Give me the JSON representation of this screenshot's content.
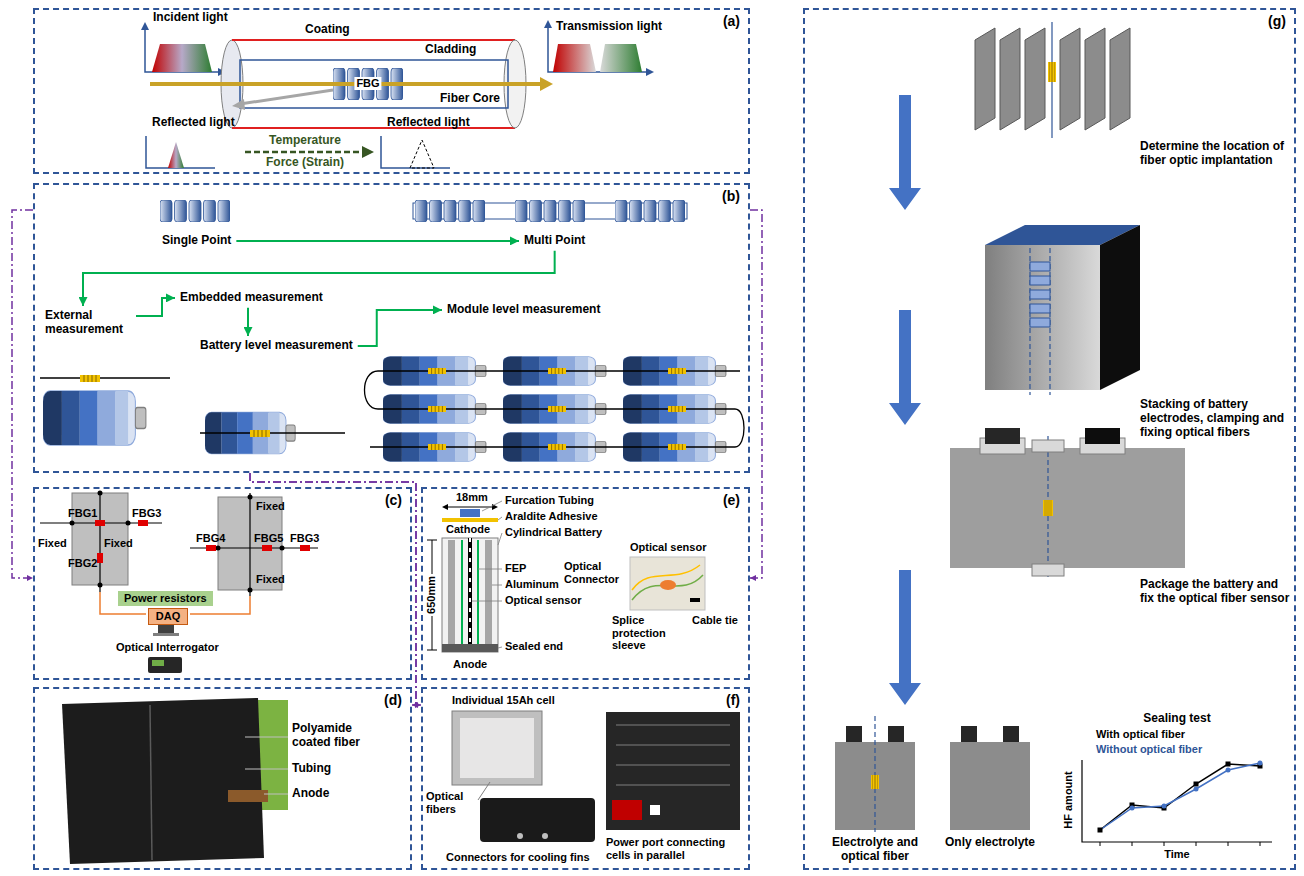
{
  "diagram": {
    "nodes": [
      {
        "text": [
          "(a)"
        ]
      },
      {
        "text": [
          "(b)"
        ]
      },
      {
        "text": [
          "Single Point"
        ],
        "in": 1
      },
      {
        "text": [
          "Multi Point"
        ],
        "in": 1
      },
      {
        "text": [
          "External measurement"
        ],
        "in": 1
      },
      {
        "text": [
          "Embedded measurement"
        ],
        "in": 1
      },
      {
        "text": [
          "Battery level measurement"
        ],
        "in": 1
      },
      {
        "text": [
          "Module level measurement"
        ],
        "in": 1
      },
      {
        "text": [
          "(c)"
        ]
      },
      {
        "text": [
          "Power resistors"
        ],
        "in": 8
      },
      {
        "text": [
          "DAQ"
        ],
        "in": 8
      },
      {
        "text": [
          "(e)"
        ]
      },
      {
        "text": [
          "(d)"
        ]
      },
      {
        "text": [
          "(f)"
        ]
      },
      {
        "text": [
          "(g)"
        ]
      }
    ],
    "edges": [
      {
        "from": 2,
        "to": 3,
        "arrow": "to"
      },
      {
        "from": 3,
        "to": 4,
        "arrow": "to"
      },
      {
        "from": 4,
        "to": 5,
        "arrow": "to"
      },
      {
        "from": 5,
        "to": 6,
        "arrow": "to"
      },
      {
        "from": 6,
        "to": 7,
        "arrow": "to"
      },
      {
        "from": 1,
        "to": 8,
        "arrow": "to"
      },
      {
        "from": 1,
        "to": 11,
        "arrow": "to"
      },
      {
        "from": 1,
        "to": 12,
        "arrow": "to"
      },
      {
        "from": 1,
        "to": 13,
        "arrow": "to"
      }
    ],
    "labels": [
      "Incident light",
      "Coating",
      "Cladding",
      "FBG",
      "Fiber Core",
      "Transmission light",
      "Reflected light",
      "Temperature",
      "Force (Strain)",
      "Reflected light",
      "FBG1",
      "FBG3",
      "Fixed",
      "FBG4",
      "FBG5",
      "FBG3",
      "Fixed",
      "Fixed",
      "FBG2",
      "Fixed",
      "Optical Interrogator",
      "18mm",
      "Furcation Tubing",
      "Araldite Adhesive",
      "Cathode",
      "Cylindrical Battery",
      "Optical sensor",
      "Optical Connector",
      "FEP",
      "Aluminum",
      "650mm",
      "Optical sensor",
      "Splice protection sleeve",
      "Cable tie",
      "Sealed end",
      "Anode",
      "Polyamide coated fiber",
      "Tubing",
      "Anode",
      "Individual 15Ah cell",
      "Optical fibers",
      "Connectors for cooling fins",
      "Power port connecting cells in parallel",
      "Determine the location of fiber optic implantation",
      "Stacking of battery electrodes, clamping and fixing optical fibers",
      "Package the battery and fix the optical fiber sensor",
      "Electrolyte and optical fiber",
      "Only electrolyte",
      "Sealing test",
      "HF amount",
      "Time"
    ],
    "legend": [
      {
        "text": "With optical fiber"
      },
      {
        "text": "Without optical fiber"
      }
    ]
  }
}
